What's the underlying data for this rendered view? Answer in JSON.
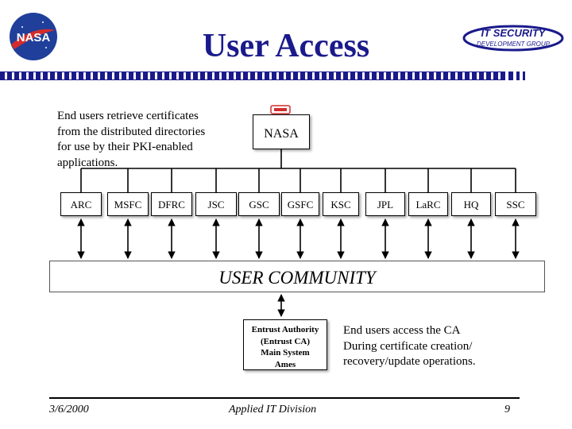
{
  "title": "User Access",
  "logos": {
    "nasa": "NASA",
    "its_line1": "IT SECURITY",
    "its_line2": "DEVELOPMENT GROUP"
  },
  "note_top": [
    "End users retrieve certificates",
    "from the distributed directories",
    "for use by their PKI-enabled",
    "applications."
  ],
  "nasa_node": "NASA",
  "centers": [
    "ARC",
    "MSFC",
    "DFRC",
    "JSC",
    "GSC",
    "GSFC",
    "KSC",
    "JPL",
    "LaRC",
    "HQ",
    "SSC"
  ],
  "community": "USER COMMUNITY",
  "entrust": [
    "Entrust Authority",
    "(Entrust CA)",
    "Main System",
    "Ames"
  ],
  "note_bottom": [
    "End users access the CA",
    "During certificate creation/",
    "recovery/update operations."
  ],
  "footer": {
    "date": "3/6/2000",
    "division": "Applied IT Division",
    "page": "9"
  },
  "colors": {
    "title": "#1a1a8c",
    "rule": "#1a1a8c",
    "nasa_blue": "#1f3f9a",
    "nasa_red": "#d22d2d"
  }
}
